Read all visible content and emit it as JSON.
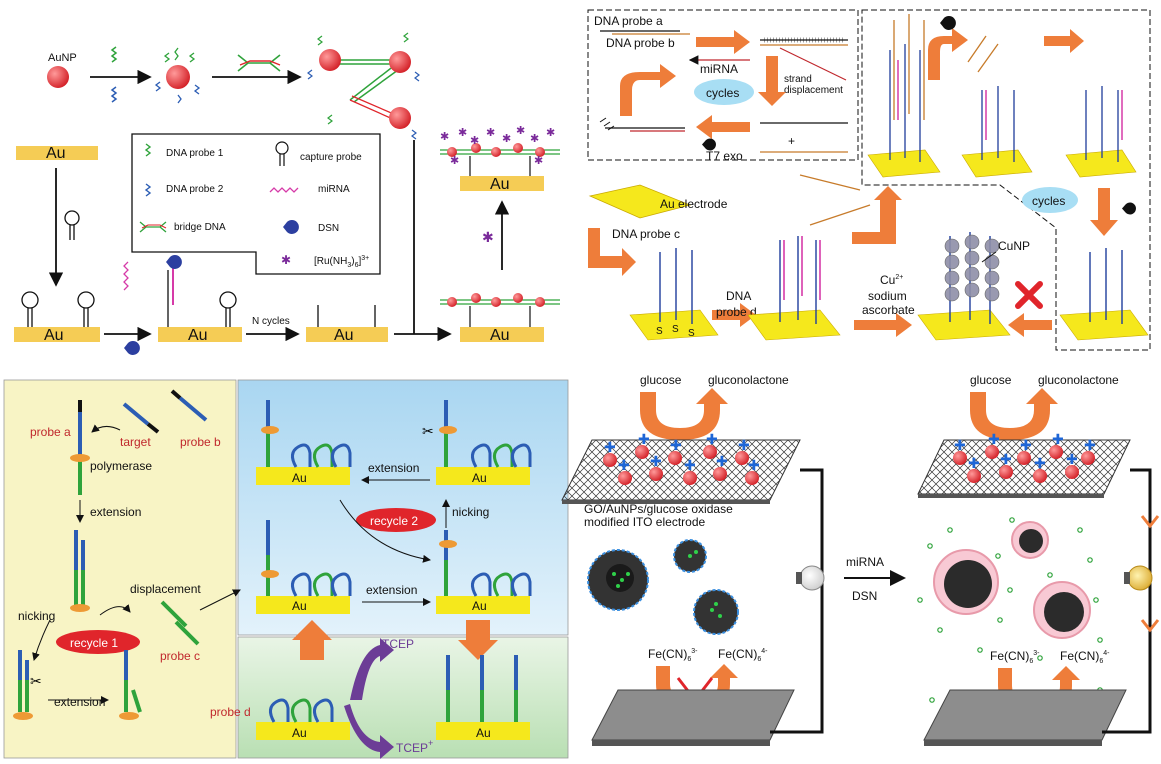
{
  "colors": {
    "au_fill": "#f5cc55",
    "arrow_orange": "#ee7d3a",
    "probe_green": "#2fa33b",
    "probe_blue": "#2c5db4",
    "mirna_magenta": "#d63aa8",
    "np_red": "#e0252b",
    "red_label": "#c0282d",
    "panel_c_bg": "#f8f4c5",
    "panel_c_blue": "#bfe0f4",
    "panel_c_green": "#cfe8c9",
    "tcep_purple": "#6c3d96",
    "cycles_bubble": "#a8def4"
  },
  "panel_a": {
    "aunp": "AuNP",
    "au": "Au",
    "n_cycles": "N cycles",
    "legend": {
      "dna_probe_1": "DNA probe 1",
      "dna_probe_2": "DNA probe 2",
      "bridge_dna": "bridge DNA",
      "capture_probe": "capture probe",
      "mirna": "miRNA",
      "dsn": "DSN",
      "ru_base": "[Ru(NH",
      "ru_sub": "3",
      "ru_mid": ")",
      "ru_sub2": "6",
      "ru_end": "]",
      "ru_sup": "3+"
    }
  },
  "panel_b": {
    "dna_probe_a": "DNA probe a",
    "dna_probe_b": "DNA probe b",
    "mirna": "miRNA",
    "strand": "strand",
    "displacement": "displacement",
    "cycles": "cycles",
    "plus": "+",
    "t7_exo": "T7 exo",
    "au_electrode": "Au electrode",
    "dna_probe_c": "DNA probe c",
    "dna": "DNA",
    "probe_d": "probe d",
    "cu": "Cu",
    "cu_sup": "2+",
    "sodium": "sodium",
    "ascorbate": "ascorbate",
    "cunp": "CuNP",
    "s": "S",
    "cycles2": "cycles"
  },
  "panel_c": {
    "probe_a": "probe a",
    "polymerase": "polymerase",
    "target": "target",
    "probe_b": "probe b",
    "extension": "extension",
    "displacement": "displacement",
    "nicking": "nicking",
    "recycle_1": "recycle 1",
    "probe_c": "probe c",
    "recycle_2": "recycle 2",
    "probe_d": "probe d",
    "tcep": "TCEP",
    "tcep_ox": "TCEP",
    "tcep_sup": "+",
    "au": "Au"
  },
  "panel_d": {
    "glucose": "glucose",
    "gluconolactone": "gluconolactone",
    "electrode_label_1": "GO/AuNPs/glucose oxidase",
    "electrode_label_2": "modified ITO electrode",
    "mirna": "miRNA",
    "dsn": "DSN",
    "fe3_base": "Fe(CN)",
    "fe3_sub": "6",
    "fe3_sup": "3-",
    "fe4_base": "Fe(CN)",
    "fe4_sub": "6",
    "fe4_sup": "4-"
  }
}
